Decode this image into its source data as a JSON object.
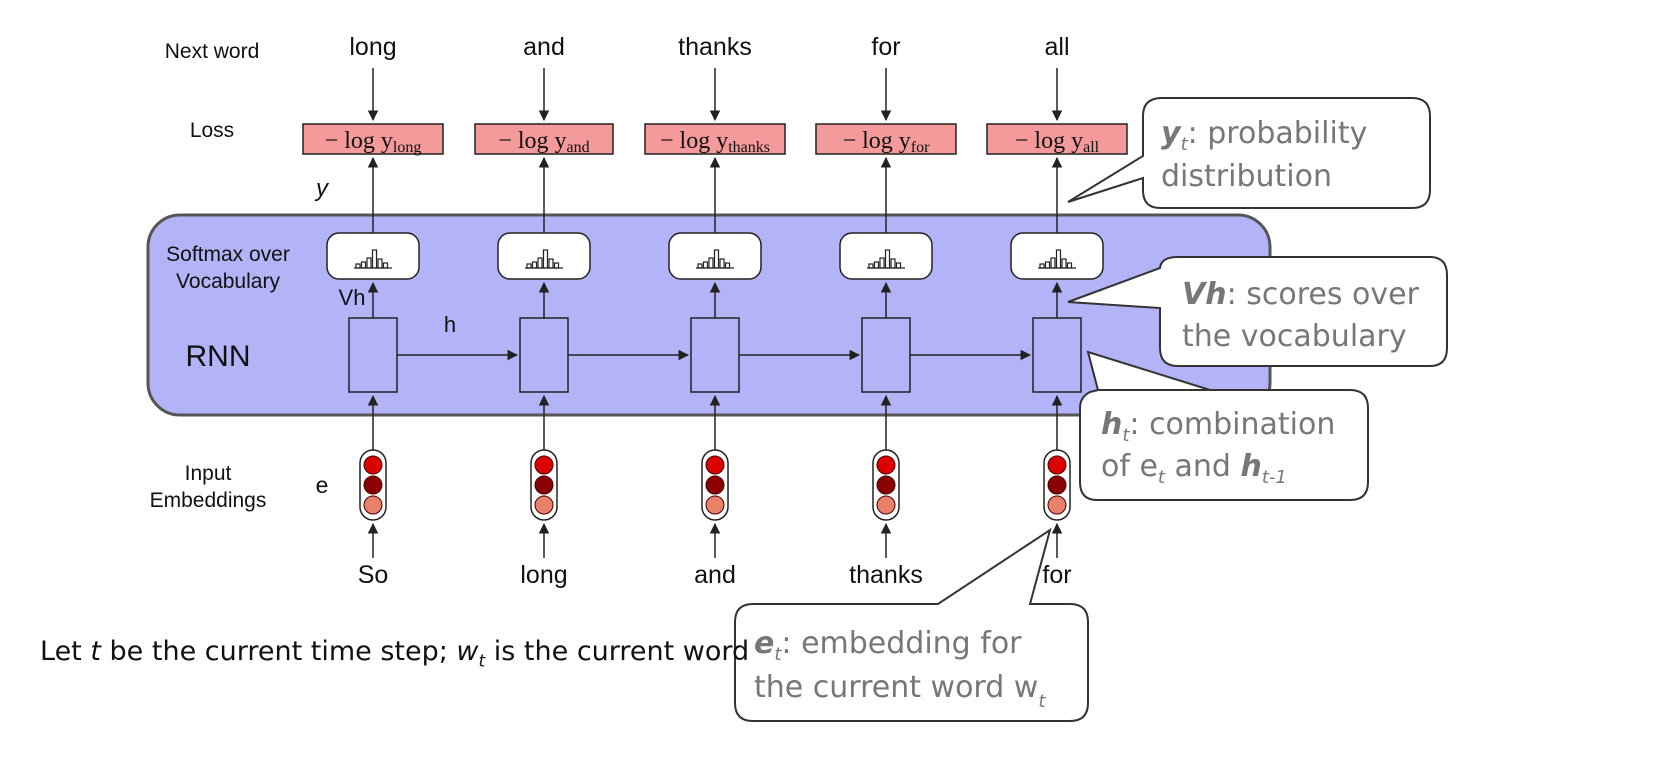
{
  "labels": {
    "next_word": "Next word",
    "loss": "Loss",
    "y": "y",
    "softmax_line1": "Softmax over",
    "softmax_line2": "Vocabulary",
    "vh": "Vh",
    "h": "h",
    "rnn": "RNN",
    "input_line1": "Input",
    "input_line2": "Embeddings",
    "e": "e"
  },
  "next_words": [
    "long",
    "and",
    "thanks",
    "for",
    "all"
  ],
  "loss_terms": [
    {
      "prefix": "− log y",
      "sub": "long"
    },
    {
      "prefix": "− log y",
      "sub": "and"
    },
    {
      "prefix": "− log y",
      "sub": "thanks"
    },
    {
      "prefix": "− log y",
      "sub": "for"
    },
    {
      "prefix": "− log y",
      "sub": "all"
    }
  ],
  "input_words": [
    "So",
    "long",
    "and",
    "thanks",
    "for"
  ],
  "callouts": {
    "y": {
      "bold": "y",
      "sub": "t",
      "text1": ": probability",
      "text2": "distribution"
    },
    "vh": {
      "bold": "Vh",
      "text1": ": scores over",
      "text2": "the vocabulary"
    },
    "h": {
      "bold": "h",
      "sub": "t",
      "text1": ": combination",
      "text2_a": "of e",
      "text2_sub": "t",
      "text2_b": " and ",
      "text2_bold": "h",
      "text2_bold_sub": "t-1"
    },
    "e": {
      "bold": "e",
      "sub": "t",
      "text1": ": embedding for",
      "text2": "the current word w",
      "text2_sub": "t"
    }
  },
  "caption": {
    "part1": "Let ",
    "t": "t",
    "part2": " be the current time step; ",
    "w": "w",
    "w_sub": "t",
    "part3": " is the current word"
  },
  "colors": {
    "rnn_panel": "#b3b3f7",
    "loss_fill": "#f49a9a",
    "embed_red": "#dd0000",
    "embed_dark": "#8b0000",
    "embed_light": "#e8806a"
  }
}
